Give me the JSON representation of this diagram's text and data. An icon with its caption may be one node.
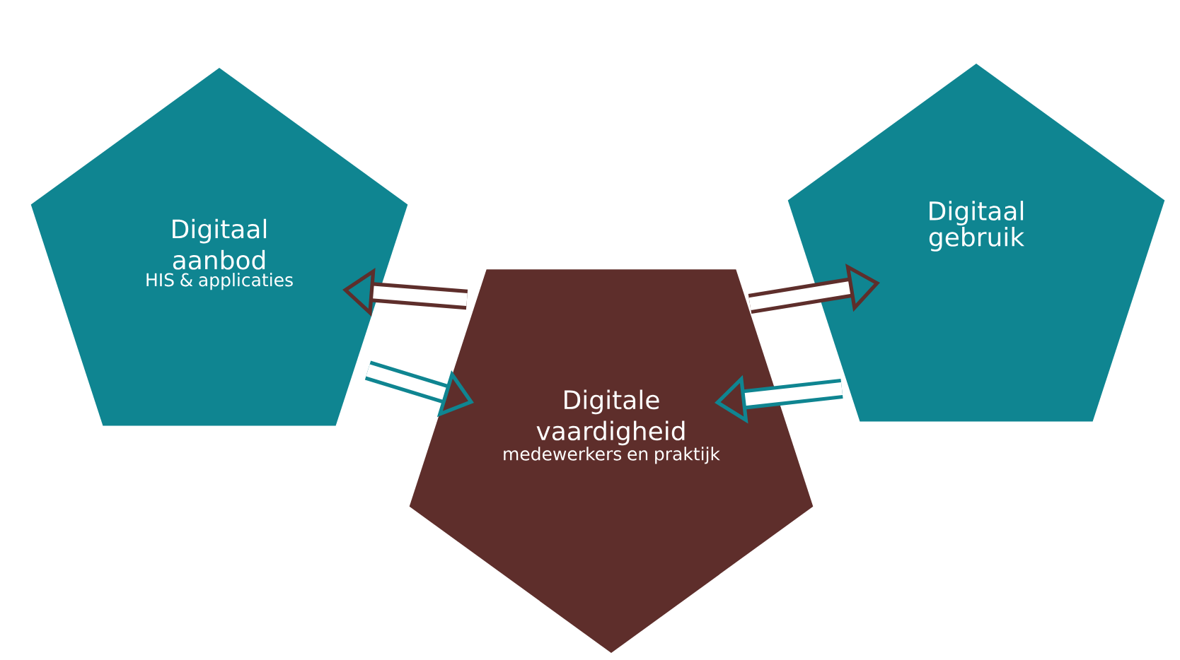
{
  "diagram": {
    "nodes": [
      {
        "text": [
          "Digitaal aanbod",
          "HIS & applicaties"
        ]
      },
      {
        "text": [
          "Digitaal gebruik"
        ]
      },
      {
        "text": [
          "Digitale vaardigheid",
          "medewerkers en praktijk"
        ]
      }
    ],
    "edges": [
      {
        "from": 2,
        "to": 0,
        "arrow": "to",
        "color": "#5e2e2b"
      },
      {
        "from": 0,
        "to": 2,
        "arrow": "to",
        "color": "#0f8591"
      },
      {
        "from": 2,
        "to": 1,
        "arrow": "to",
        "color": "#5e2e2b"
      },
      {
        "from": 1,
        "to": 2,
        "arrow": "to",
        "color": "#0f8591"
      }
    ]
  }
}
